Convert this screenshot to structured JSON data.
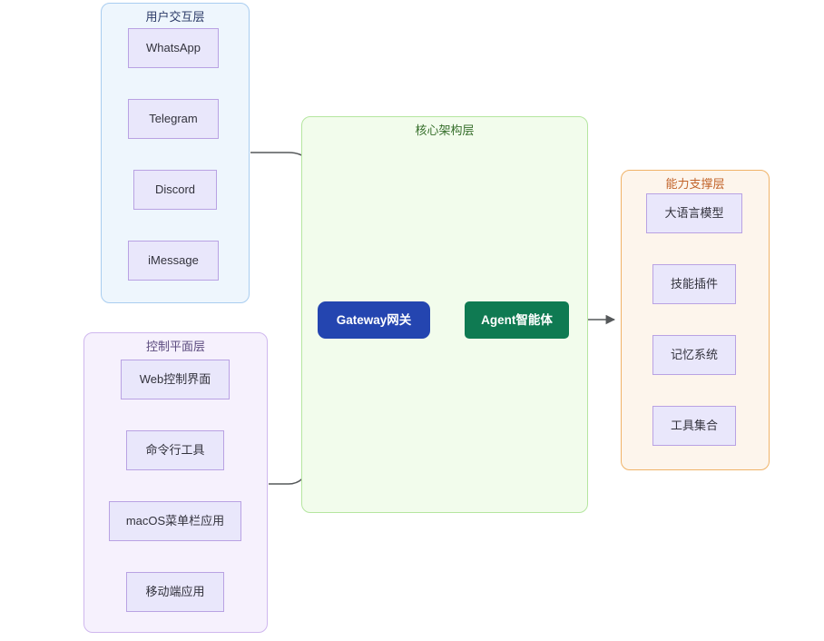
{
  "diagram": {
    "type": "flowchart",
    "direction": "left-to-right",
    "title": "",
    "colors": {
      "user_layer_fill": "#eef6fd",
      "user_layer_stroke": "#a9cdf0",
      "control_layer_fill": "#f6f1fd",
      "control_layer_stroke": "#cfb7ee",
      "core_layer_fill": "#f2fcec",
      "core_layer_stroke": "#b5e6a0",
      "capability_layer_fill": "#fdf5ec",
      "capability_layer_stroke": "#f0b368",
      "node_fill": "#e9e7fb",
      "node_stroke": "#b9a2e3",
      "gateway_fill": "#2445b0",
      "agent_fill": "#0f7a52",
      "edge_stroke": "#55585a"
    }
  },
  "user_layer": {
    "title": "用户交互层",
    "nodes": [
      {
        "id": "whatsapp",
        "label": "WhatsApp"
      },
      {
        "id": "telegram",
        "label": "Telegram"
      },
      {
        "id": "discord",
        "label": "Discord"
      },
      {
        "id": "imessage",
        "label": "iMessage"
      }
    ]
  },
  "control_layer": {
    "title": "控制平面层",
    "nodes": [
      {
        "id": "web-ui",
        "label": "Web控制界面"
      },
      {
        "id": "cli",
        "label": "命令行工具"
      },
      {
        "id": "macos-menubar",
        "label": "macOS菜单栏应用"
      },
      {
        "id": "mobile",
        "label": "移动端应用"
      }
    ]
  },
  "core_layer": {
    "title": "核心架构层",
    "nodes": [
      {
        "id": "gateway",
        "label": "Gateway网关"
      },
      {
        "id": "agent",
        "label": "Agent智能体"
      }
    ]
  },
  "capability_layer": {
    "title": "能力支撑层",
    "nodes": [
      {
        "id": "llm",
        "label": "大语言模型"
      },
      {
        "id": "skill-plugin",
        "label": "技能插件"
      },
      {
        "id": "memory",
        "label": "记忆系统"
      },
      {
        "id": "toolset",
        "label": "工具集合"
      }
    ]
  },
  "edges": [
    {
      "from": "user_layer",
      "to": "gateway",
      "label": ""
    },
    {
      "from": "control_layer",
      "to": "gateway",
      "label": ""
    },
    {
      "from": "gateway",
      "to": "agent",
      "label": ""
    },
    {
      "from": "agent",
      "to": "capability_layer",
      "label": ""
    }
  ]
}
